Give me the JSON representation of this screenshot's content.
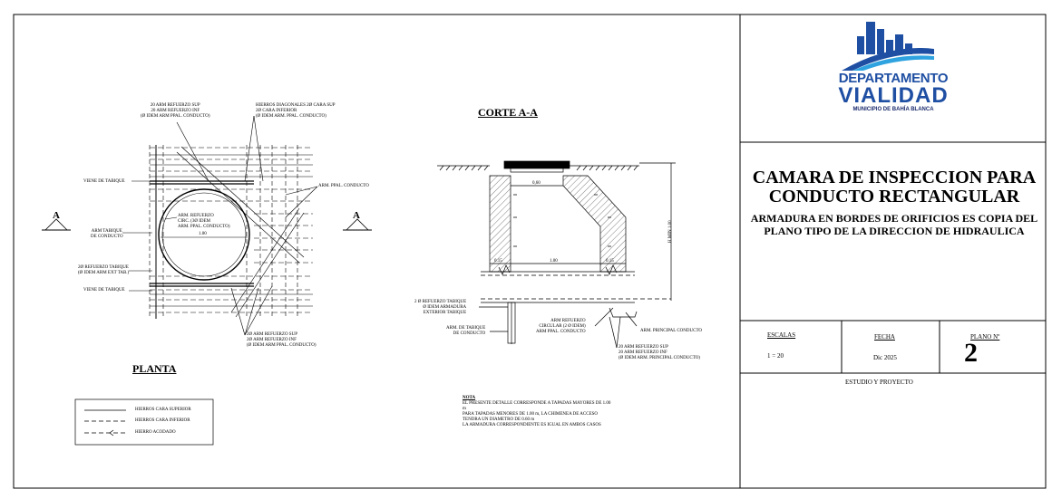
{
  "logo": {
    "line1": "DEPARTAMENTO",
    "line2": "VIALIDAD",
    "line3": "MUNICIPIO DE BAHÍA BLANCA",
    "colors": {
      "primary": "#1f4fa3",
      "dark": "#1a2a6c",
      "accent": "#2ea3df"
    }
  },
  "title_block": {
    "title": "CAMARA DE INSPECCION PARA CONDUCTO RECTANGULAR",
    "subtitle": "ARMADURA EN BORDES DE ORIFICIOS ES COPIA DEL PLANO TIPO DE LA DIRECCION DE HIDRAULICA",
    "escalas_label": "ESCALAS",
    "escalas_value": "1 = 20",
    "fecha_label": "FECHA",
    "fecha_value": "Dic 2025",
    "plano_label": "PLANO Nº",
    "plano_value": "2",
    "estudio": "ESTUDIO Y PROYECTO"
  },
  "planta": {
    "title": "PLANTA",
    "section_marker": "A",
    "labels": {
      "arm_refuerzo_sup": "20 ARM REFUERZO SUP\n20 ARM REFUERZO INF\n(Ø IDEM ARM PPAL. CONDUCTO)",
      "hierros_diagonales": "HIERROS DIAGONALES 2Ø CARA SUP\n2Ø CARA INFERIOR\n(Ø IDEM ARM. PPAL. CONDUCTO)",
      "viene_tabique_top": "VIENE DE TABIQUE",
      "arm_ppal": "ARM. PPAL. CONDUCTO",
      "arm_tabique": "ARM TABIQUE\nDE CONDUCTO",
      "arm_refuerzo_circ": "ARM. REFUERZO\nCIRC. (3Ø IDEM\nARM. PPAL. CONDUCTO)",
      "dim_100": "1.00",
      "refuerzo_tabique": "2Ø REFUERZO TABIQUE\n(Ø IDEM ARM EXT TAB.)",
      "viene_tabique_bottom": "VIENE DE TABIQUE",
      "arm_refuerzo_bottom": "2Ø ARM REFUERZO SUP\n2Ø ARM REFUERZO INF\n(Ø IDEM ARM PPAL. CONDUCTO)"
    }
  },
  "corte": {
    "title": "CORTE A-A",
    "labels": {
      "dim_060": "0,60",
      "dim_100": "1.00",
      "dim_015_left": "0.15",
      "dim_015_right": "0.15",
      "h_min": "h min 1.00",
      "refuerzo_tabique": "2 Ø REFUERZO TABIQUE\nØ IDEM ARMADURA\nEXTERIOR TABIQUE",
      "arm_tabique": "ARM. DE TABIQUE\nDE CONDUCTO",
      "arm_refuerzo_circ": "ARM REFUERZO\nCIRCULAR (2 Ø IDEM)\nARM PPAL. CONDUCTO",
      "arm_principal": "ARM. PRINCIPAL CONDUCTO",
      "arm_refuerzo_sup": "20 ARM REFUERZO SUP\n20 ARM REFUERZO INF\n(Ø IDEM ARM. PRINCIPAL CONDUCTO)"
    }
  },
  "legend": {
    "items": [
      "HIERROS CARA SUPERIOR",
      "HIERROS CARA INFERIOR",
      "HIERRO ACODADO"
    ]
  },
  "nota": {
    "title": "NOTA",
    "body": "EL PRESENTE DETALLE CORRESPONDE A TAPADAS MAYORES DE 1.00\nm\nPARA TAPADAS MENORES DE 1.00 m, LA CHIMENEA DE ACCESO\nTENDRA UN DIAMETRO DE 0.60 m\nLA ARMADURA CORRESPONDIENTE ES IGUAL EN AMBOS CASOS"
  }
}
